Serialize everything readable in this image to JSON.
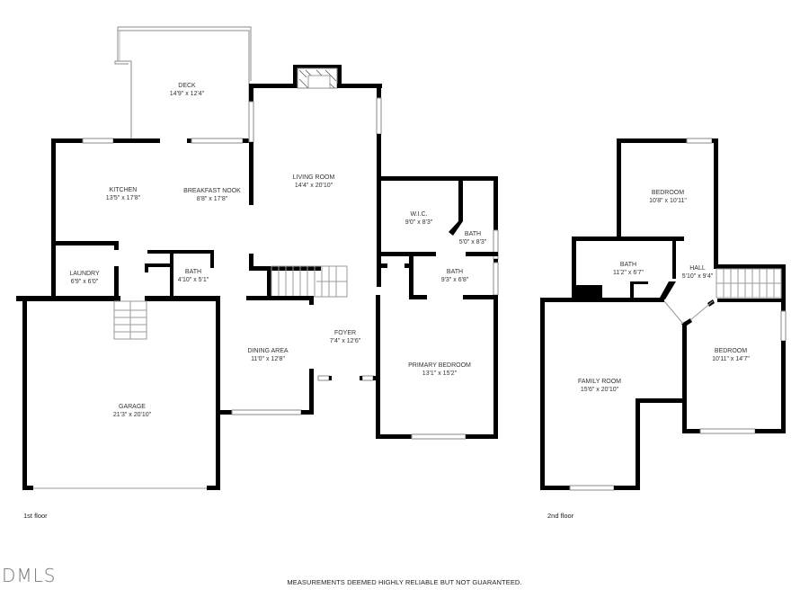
{
  "floors": [
    {
      "label": "1st floor",
      "rooms": [
        {
          "name": "DECK",
          "dims": "14'9\" x 12'4\""
        },
        {
          "name": "KITCHEN",
          "dims": "13'5\" x 17'8\""
        },
        {
          "name": "BREAKFAST NOOK",
          "dims": "8'8\" x 17'8\""
        },
        {
          "name": "LIVING ROOM",
          "dims": "14'4\" x 20'10\""
        },
        {
          "name": "W.I.C.",
          "dims": "9'0\" x 8'3\""
        },
        {
          "name": "BATH",
          "dims": "5'0\" x 8'3\""
        },
        {
          "name": "LAUNDRY",
          "dims": "6'9\" x 6'0\""
        },
        {
          "name": "BATH",
          "dims": "4'10\" x 5'1\""
        },
        {
          "name": "BATH",
          "dims": "9'3\" x 6'8\""
        },
        {
          "name": "FOYER",
          "dims": "7'4\" x 12'6\""
        },
        {
          "name": "DINING AREA",
          "dims": "11'0\" x 12'8\""
        },
        {
          "name": "PRIMARY BEDROOM",
          "dims": "13'1\" x 15'2\""
        },
        {
          "name": "GARAGE",
          "dims": "21'3\" x 20'10\""
        }
      ]
    },
    {
      "label": "2nd floor",
      "rooms": [
        {
          "name": "BEDROOM",
          "dims": "10'8\" x 10'11\""
        },
        {
          "name": "BATH",
          "dims": "11'2\" x 6'7\""
        },
        {
          "name": "HALL",
          "dims": "5'10\" x 9'4\""
        },
        {
          "name": "FAMILY ROOM",
          "dims": "15'6\" x 20'10\""
        },
        {
          "name": "BEDROOM",
          "dims": "10'11\" x 14'7\""
        }
      ]
    }
  ],
  "footer": {
    "disclaimer": "MEASUREMENTS DEEMED HIGHLY RELIABLE BUT NOT GUARANTEED.",
    "logo": "DMLS"
  },
  "colors": {
    "wall": "#000000",
    "window": "#8a8a8a",
    "text": "#333333",
    "background": "#ffffff"
  }
}
